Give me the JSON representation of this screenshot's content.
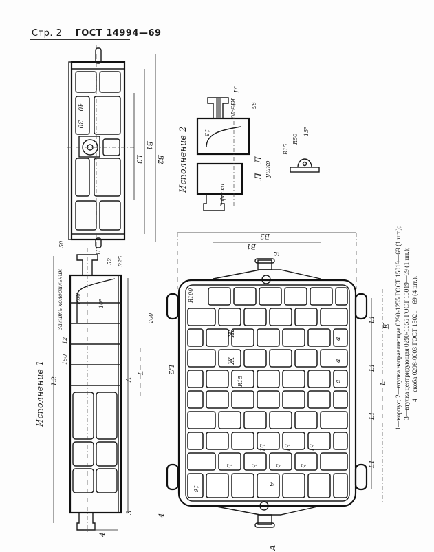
{
  "header": {
    "page_label": "Стр. 2",
    "standard": "ГОСТ 14994—69"
  },
  "views": {
    "top_left": {
      "dims": [
        "B2",
        "B1",
        "L3",
        "40",
        "30"
      ]
    },
    "variant2": {
      "title": "Исполнение 2",
      "section_label": "Л—Л",
      "section_sub": "ушко",
      "dims": [
        "R15-20",
        "95",
        "15",
        "R50",
        "R15",
        "15°",
        "3 фаски",
        "Л"
      ]
    },
    "variant1": {
      "title": "Исполнение 1",
      "note": "Залить холодильник",
      "dims": [
        "50",
        "Н",
        "52",
        "R25",
        "R60",
        "10°",
        "200",
        "12",
        "150",
        "L2",
        "А",
        "L",
        "3",
        "4"
      ]
    },
    "plan": {
      "dims": [
        "B3",
        "B1",
        "Б",
        "R100",
        "Ж",
        "Ж",
        "R15",
        "a",
        "a",
        "a",
        "b1",
        "b1",
        "b1",
        "b",
        "b",
        "b",
        "b",
        "L/2",
        "16",
        "А",
        "L1",
        "L1",
        "L1",
        "L1",
        "L",
        "E",
        "4"
      ]
    }
  },
  "legend": {
    "line1": "1—корпус; 2—втулка направляющая 0290-1255 ГОСТ 15019—69 (1 шт.);",
    "line2": "3—втулка центрирующая 0290-1055 ГОСТ 15019—69 (1 шт.);",
    "line3": "4—скоба 0298-0003 ГОСТ 15021—69 (4 шт.)."
  }
}
